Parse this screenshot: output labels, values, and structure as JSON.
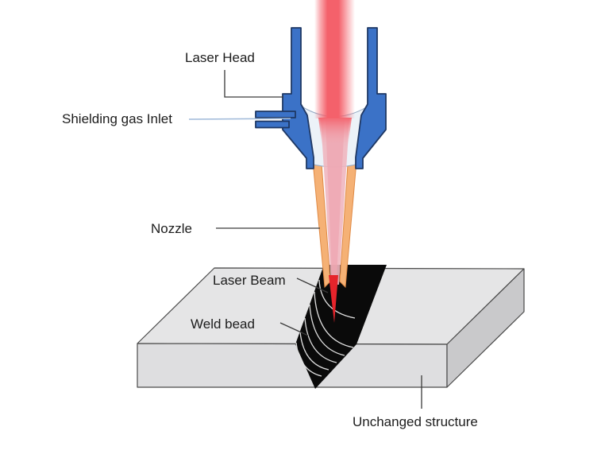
{
  "diagram": {
    "labels": {
      "laser_head": "Laser Head",
      "shielding_gas_inlet": "Shielding gas Inlet",
      "nozzle": "Nozzle",
      "laser_beam": "Laser Beam",
      "weld_bead": "Weld bead",
      "unchanged_structure": "Unchanged structure"
    },
    "colors": {
      "head_blue": "#3B72C7",
      "head_outline": "#1F3864",
      "nozzle_orange": "#F5B175",
      "nozzle_outline": "#E08A45",
      "beam_red": "#F4616B",
      "focus_red": "#E6242B",
      "beam_pink": "#F0B6BF",
      "beam_pink_core": "#EDA5B0",
      "lens_fill": "#ECF2F8",
      "lens_outline": "#93A9C4",
      "block_top": "#E5E5E6",
      "block_front": "#DEDEE0",
      "block_side": "#C9C9CB",
      "block_outline": "#4A4A4A",
      "weld_black": "#0A0A0A",
      "weld_ripple": "#E0E0E0",
      "inlet_leader": "#9FB9D9",
      "leader_dark": "#3A3A3A"
    }
  }
}
